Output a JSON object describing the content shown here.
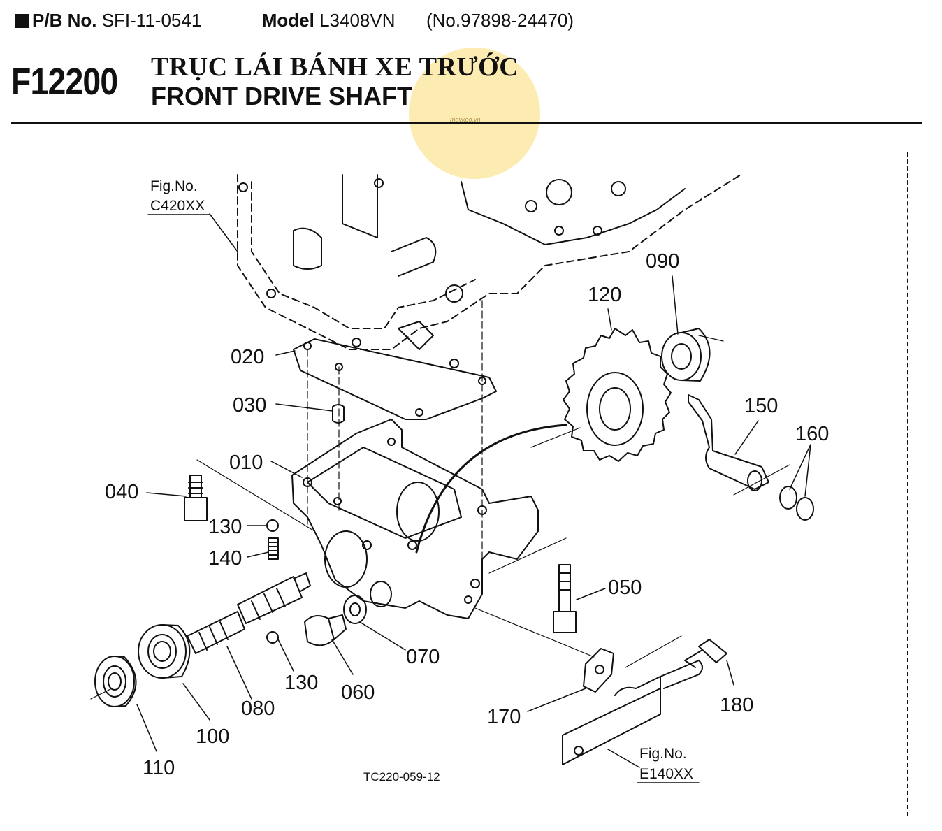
{
  "header": {
    "pb_label": "P/B No.",
    "pb_value": "SFI-11-0541",
    "model_label": "Model",
    "model_value": "L3408VN",
    "number": "(No.97898-24470)"
  },
  "section": {
    "code": "F12200",
    "title_vi": "TRỤC LÁI BÁNH XE TRƯỚC",
    "title_en": "FRONT DRIVE SHAFT"
  },
  "watermark": "maykeo.vn",
  "references": [
    {
      "label": "Fig.No.",
      "value": "C420XX"
    },
    {
      "label": "Fig.No.",
      "value": "E140XX"
    }
  ],
  "parts": [
    "010",
    "020",
    "030",
    "040",
    "050",
    "060",
    "070",
    "080",
    "090",
    "100",
    "110",
    "120",
    "130",
    "130",
    "140",
    "150",
    "160",
    "170",
    "180"
  ],
  "drawing_code": "TC220-059-12"
}
